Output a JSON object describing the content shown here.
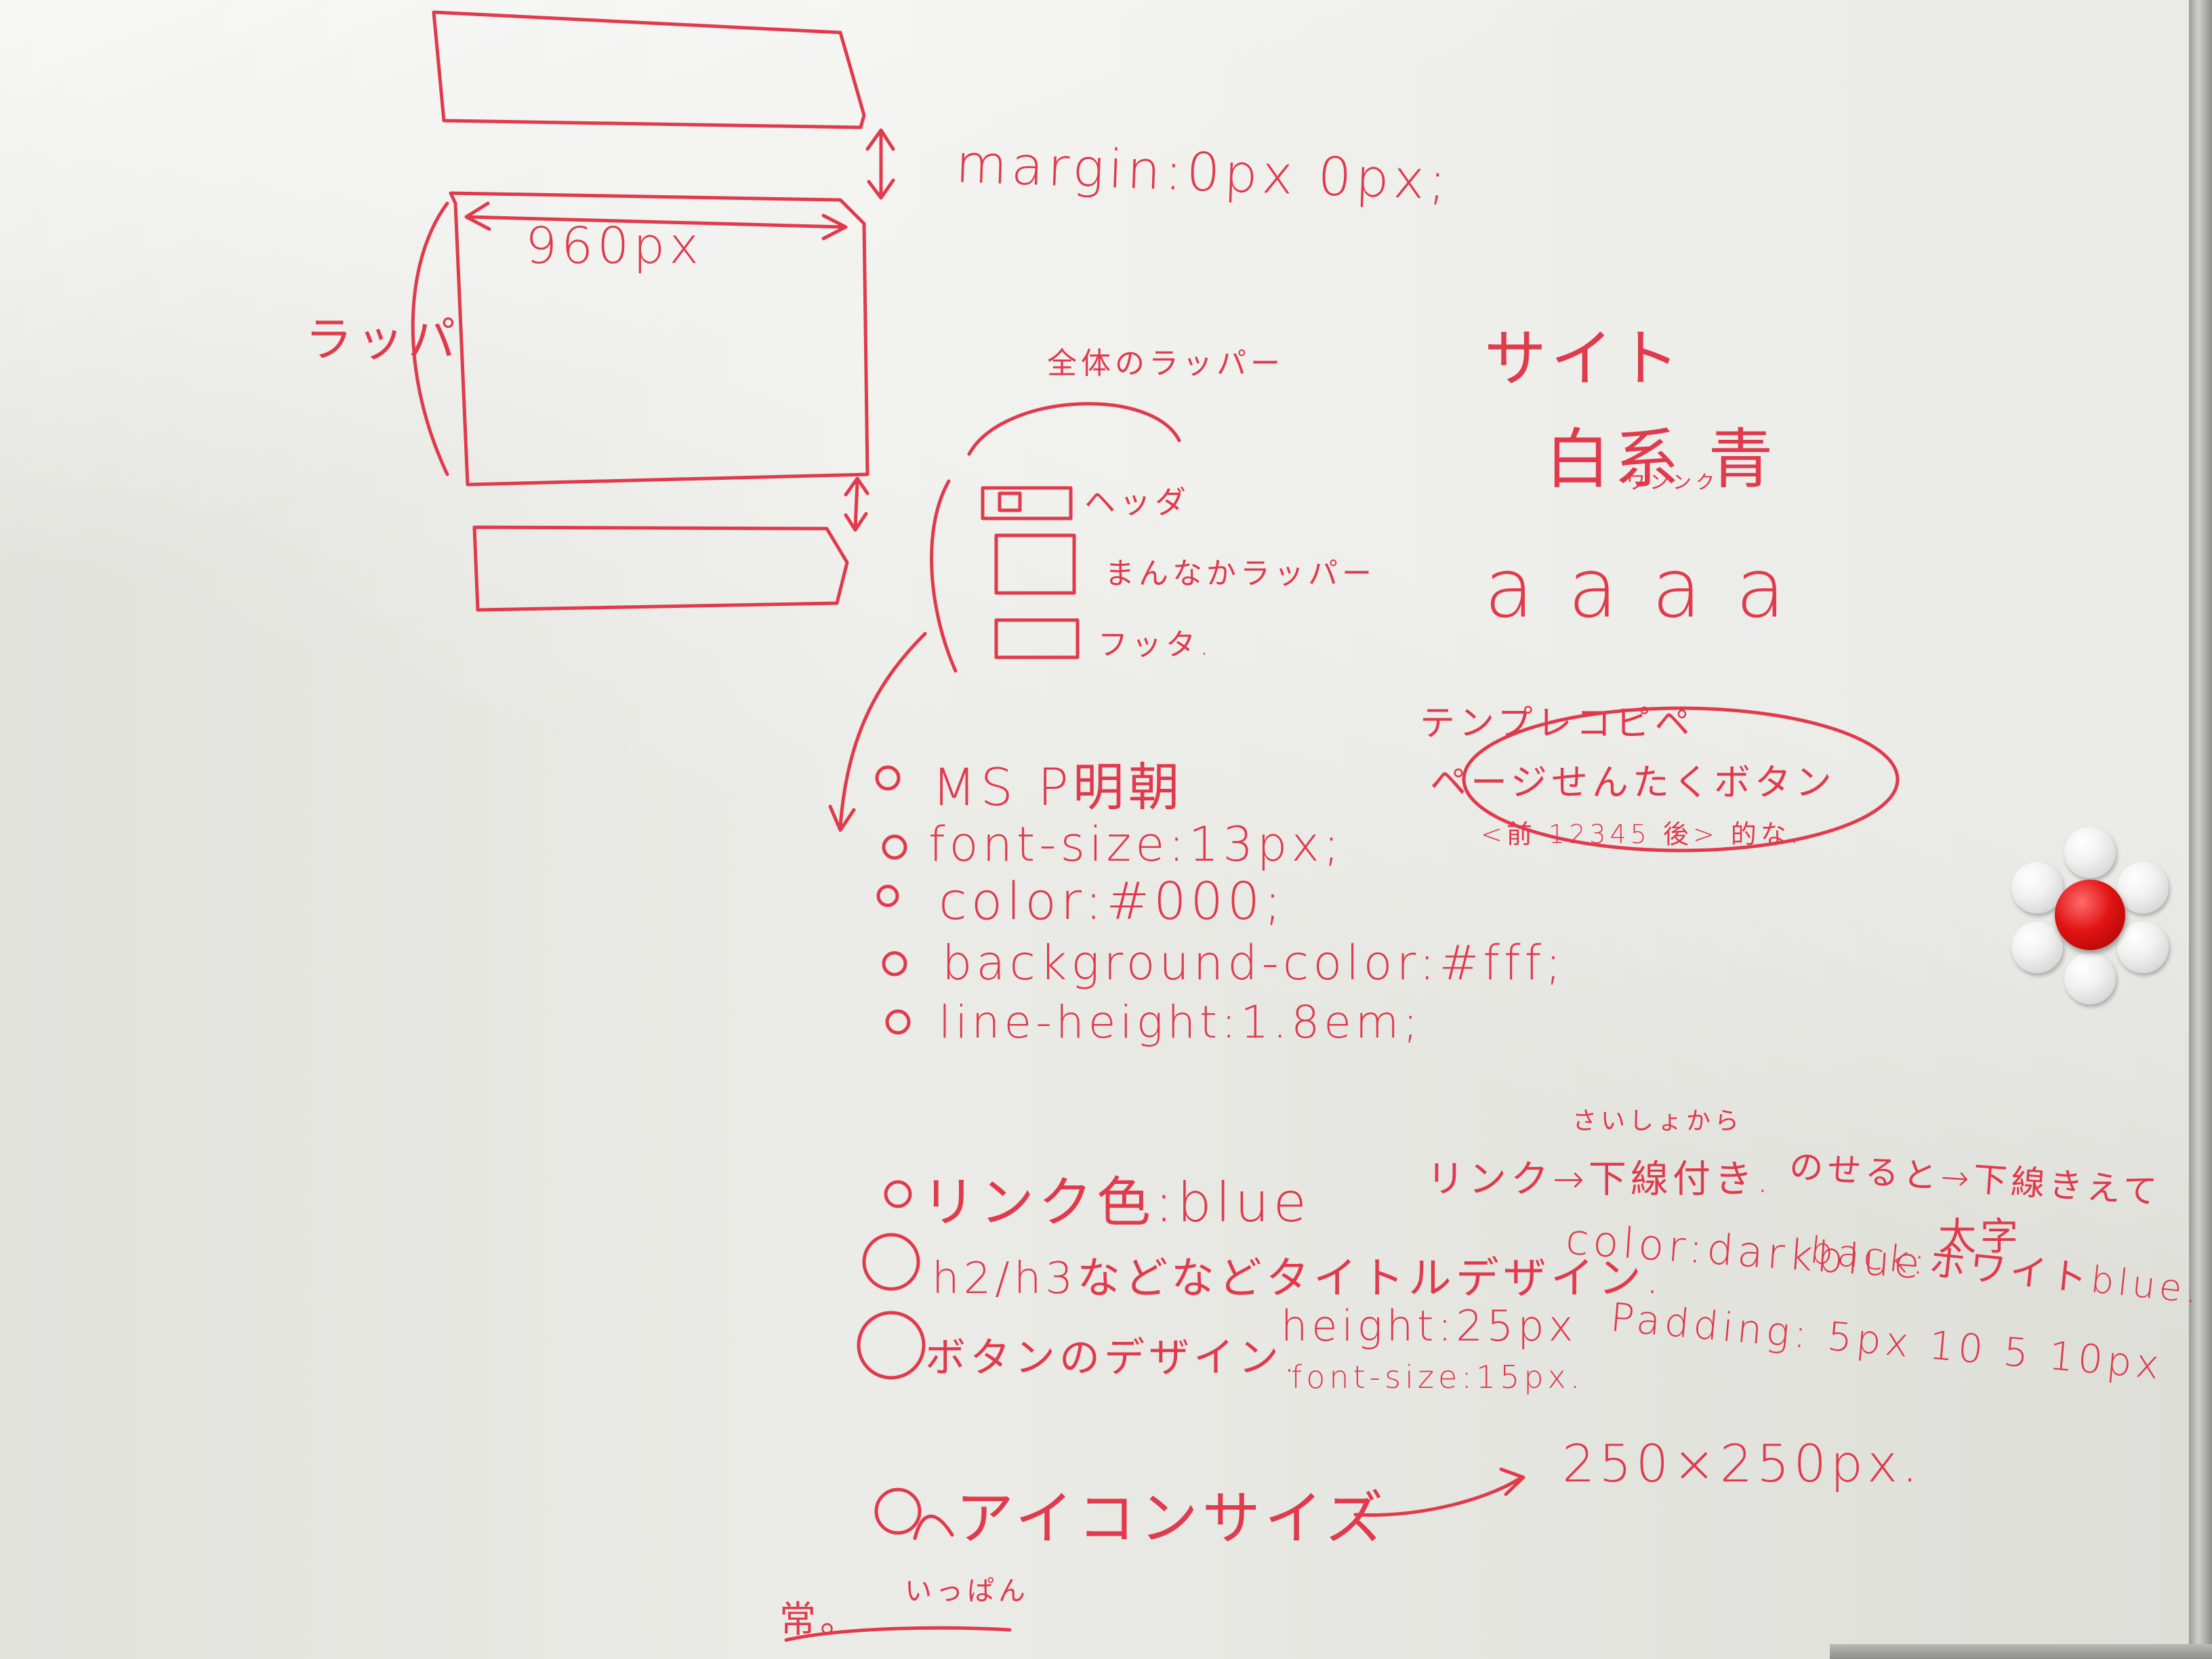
{
  "board": {
    "top_sketch": {
      "margin_note": "margin:0px 0px;",
      "width_label": "960px",
      "wrapper_label": "ラッパ"
    },
    "layout_diagram": {
      "title": "全体のラッパー",
      "items": [
        "ヘッダ",
        "まんなかラッパー",
        "フッタ."
      ]
    },
    "site_notes": {
      "line1": "サイト",
      "line2": "白系 青",
      "line2_small": "ワンンク",
      "swatches": "a a a a"
    },
    "template_note": {
      "title": "テンプレコピペ",
      "line1": "ページせんたくボタン",
      "line2": "<前 12345 後> 的な."
    },
    "styles_list": [
      "MS P明朝",
      "font-size:13px;",
      "color:#000;",
      "background-color:#fff;",
      "line-height:1.8em;"
    ],
    "bottom_list": {
      "link": {
        "label": "リンク色:blue",
        "note": "リンク→下線付き.",
        "note_top": "さいしょから",
        "note_right": "のせると→下線きえて",
        "note_right2": "太字"
      },
      "headings": {
        "label": "h2/h3などなどタイトルデザイン.",
        "color_note": "color:darkblue",
        "back_note": "back:ホワイトblue."
      },
      "button": {
        "label": "ボタンのデザイン.",
        "height": "height:25px",
        "padding": "Padding: 5px 10 5 10px",
        "font_size": "font-size:15px."
      },
      "icon": {
        "label": "アイコンサイズ",
        "value": "250×250px.",
        "sub": "いっぱん",
        "footnote": "常。"
      }
    }
  }
}
